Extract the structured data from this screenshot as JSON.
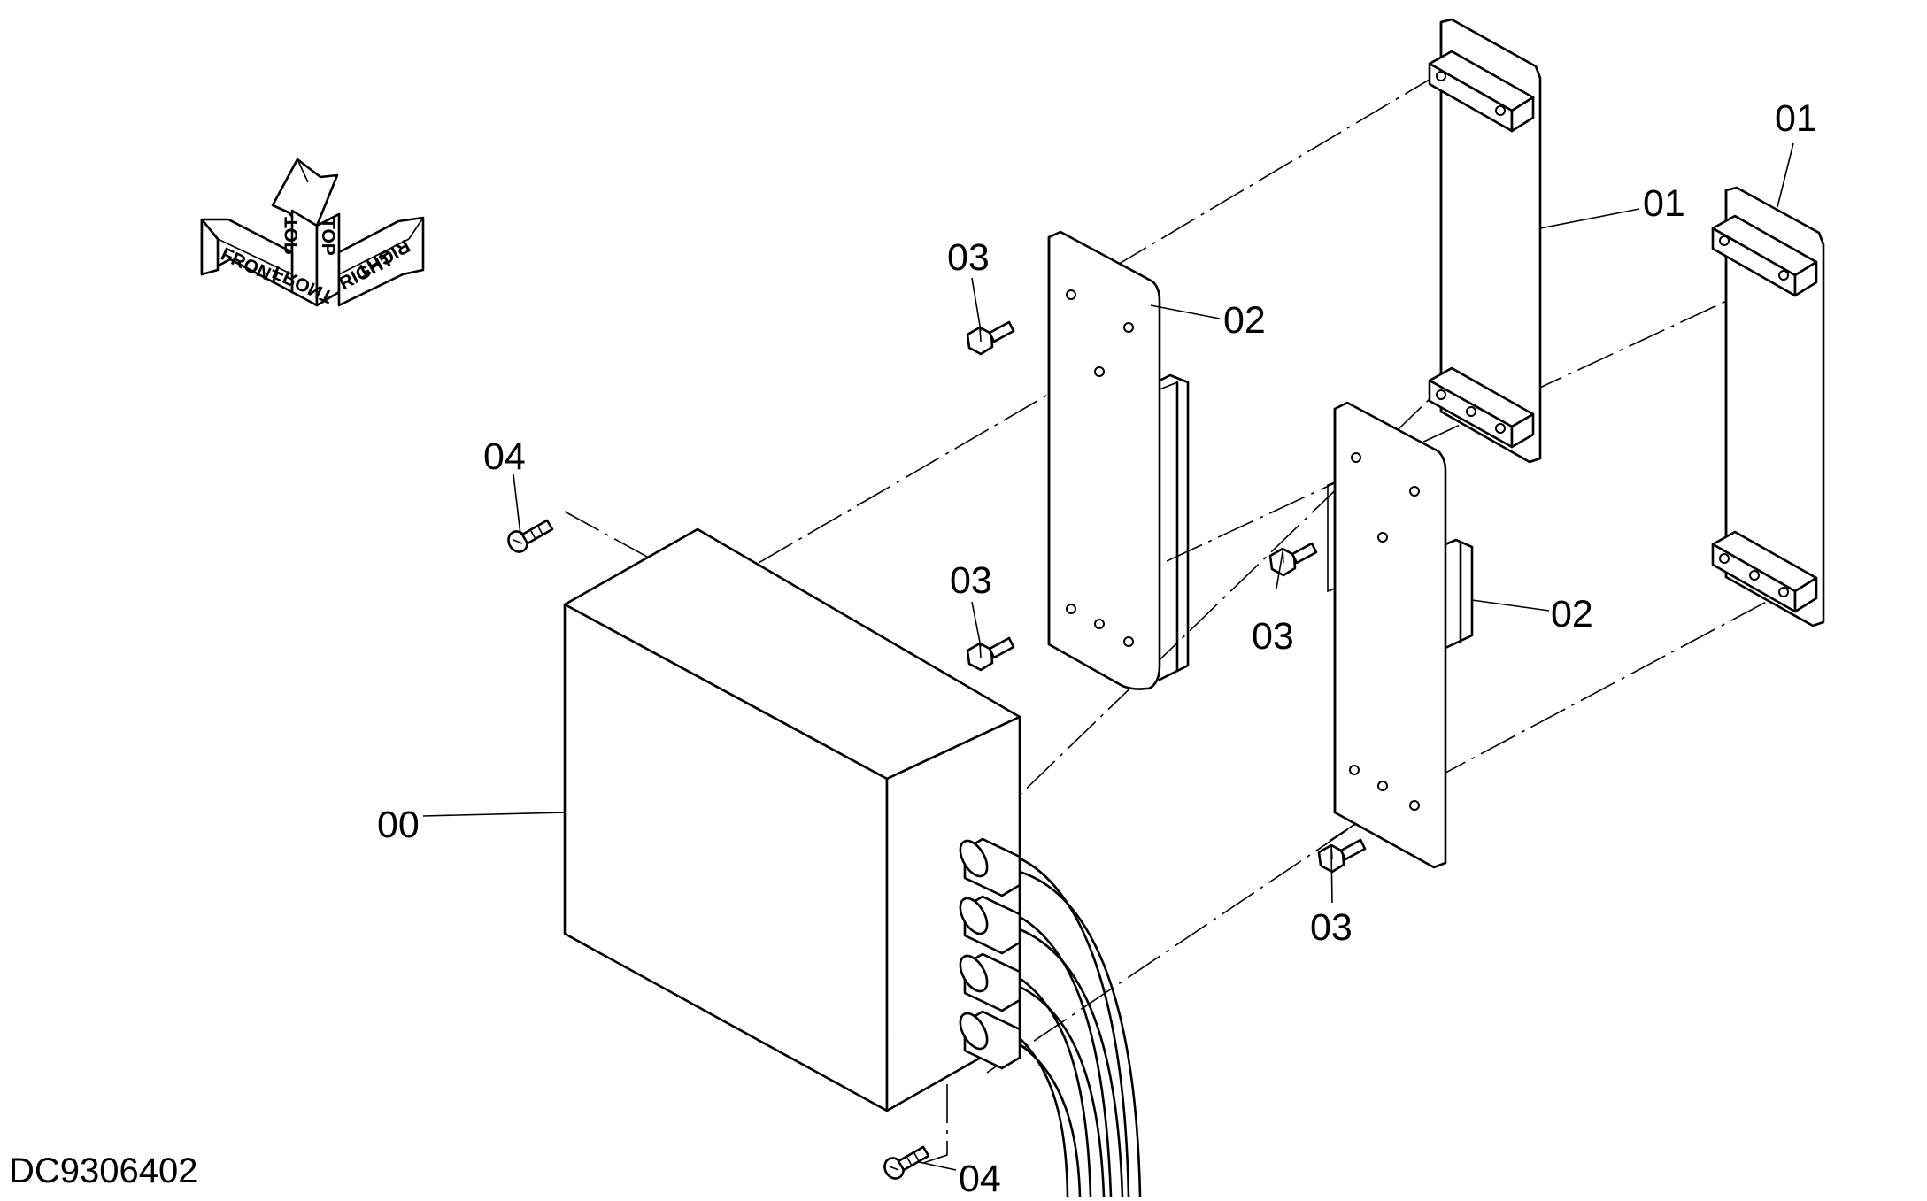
{
  "drawing_number": "DC9306402",
  "orientation": {
    "top": "TOP",
    "front": "FRONT",
    "right": "RIGHT",
    "top_mirror": "TOP",
    "front_mirror": "FRONT",
    "right_mirror": "RIGHT"
  },
  "callouts": {
    "c00": "00",
    "c01_a": "01",
    "c01_b": "01",
    "c02_a": "02",
    "c02_b": "02",
    "c03_a": "03",
    "c03_b": "03",
    "c03_c": "03",
    "c03_d": "03",
    "c04_a": "04",
    "c04_b": "04"
  }
}
